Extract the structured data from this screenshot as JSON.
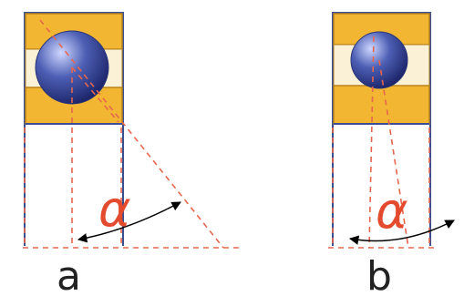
{
  "colors": {
    "background": "#ffffff",
    "ring_outline": "#3a4f8f",
    "ring_fill": "#f2b632",
    "ring_stroke": "#b9831c",
    "cage_fill": "#fbf1d6",
    "ball_light": "#cfd7ff",
    "ball_mid": "#4d5fb4",
    "ball_dark": "#1a2266",
    "dashed_lines": "#e6664e",
    "alpha_symbol": "#e44b2e",
    "angle_arrow": "#000000",
    "caption_text": "#222222"
  },
  "figures": [
    {
      "id": "a",
      "caption": "a",
      "angle_symbol": "α"
    },
    {
      "id": "b",
      "caption": "b",
      "angle_symbol": "α"
    }
  ]
}
